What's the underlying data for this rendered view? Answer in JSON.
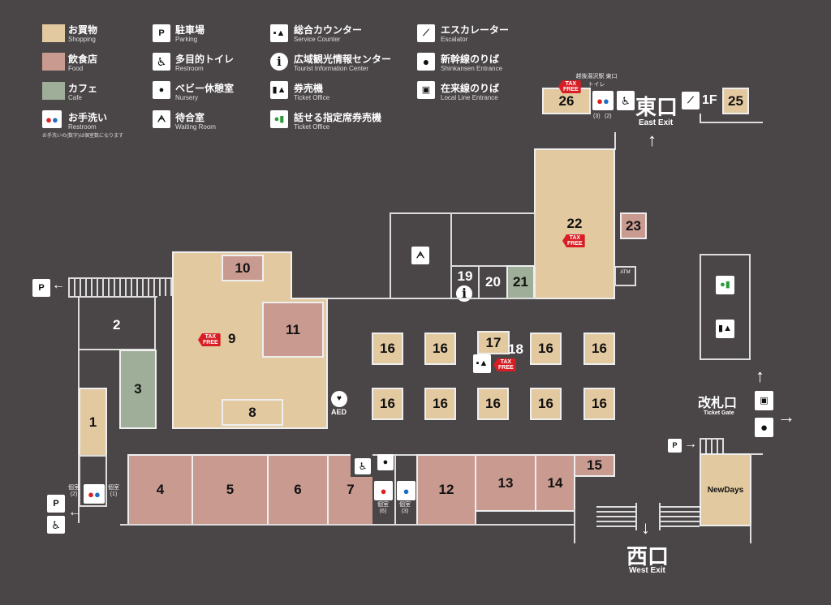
{
  "legend": {
    "shopping": {
      "ja": "お買物",
      "en": "Shopping"
    },
    "food": {
      "ja": "飲食店",
      "en": "Food"
    },
    "cafe": {
      "ja": "カフェ",
      "en": "Cafe"
    },
    "restroom": {
      "ja": "お手洗い",
      "en": "Restroom",
      "note": "お手洗いの(数字)は個室数になります"
    },
    "parking": {
      "ja": "駐車場",
      "en": "Parking"
    },
    "accessible": {
      "ja": "多目的トイレ",
      "en": "Restroom"
    },
    "nursery": {
      "ja": "ベビー休憩室",
      "en": "Nursery"
    },
    "waiting": {
      "ja": "待合室",
      "en": "Waiting Room"
    },
    "service": {
      "ja": "総合カウンター",
      "en": "Service Counter"
    },
    "tourist": {
      "ja": "広域観光情報センター",
      "en": "Tourist Information Center"
    },
    "ticket": {
      "ja": "券売機",
      "en": "Ticket Office"
    },
    "talk_ticket": {
      "ja": "話せる指定席券売機",
      "en": "Ticket Office"
    },
    "escalator": {
      "ja": "エスカレーター",
      "en": "Escalator"
    },
    "shinkansen": {
      "ja": "新幹線のりば",
      "en": "Shinkansen Entrance"
    },
    "local": {
      "ja": "在来線のりば",
      "en": "Local Line Entrance"
    }
  },
  "colors": {
    "shopping": "#e3c9a0",
    "food": "#c99a90",
    "cafe": "#9fae98",
    "background": "#4a4546",
    "tax_free": "#d81e25"
  },
  "tax_free": "TAX FREE",
  "units": {
    "u1": "1",
    "u2": "2",
    "u3": "3",
    "u4": "4",
    "u5": "5",
    "u6": "6",
    "u7": "7",
    "u8": "8",
    "u9": "9",
    "u10": "10",
    "u11": "11",
    "u12": "12",
    "u13": "13",
    "u14": "14",
    "u15": "15",
    "u16": "16",
    "u17": "17",
    "u18": "18",
    "u19": "19",
    "u20": "20",
    "u21": "21",
    "u22": "22",
    "u23": "23",
    "u25": "25",
    "u26": "26",
    "newdays": "NewDays"
  },
  "labels": {
    "east_ja": "東口",
    "east_en": "East Exit",
    "west_ja": "西口",
    "west_en": "West Exit",
    "gate_ja": "改札口",
    "gate_en": "Ticket Gate",
    "floor": "1F",
    "aed": "AED",
    "atm": "ATM",
    "east_toilet": "越後湯沢駅 東口トイレ",
    "stall": "個室",
    "c3": "(3)",
    "c2": "(2)",
    "c1": "(1)",
    "c6": "(6)"
  }
}
